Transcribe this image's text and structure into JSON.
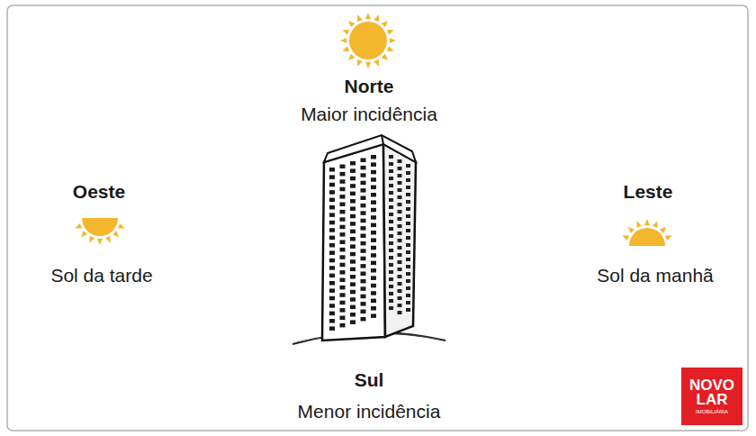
{
  "diagram": {
    "nodes": [
      {
        "text": [
          "NOVO LAR",
          "IMOBILIÁRIA"
        ]
      }
    ],
    "labels": [
      "Norte",
      "Maior incidência",
      "Oeste",
      "Sol da tarde",
      "Leste",
      "Sol da manhã",
      "Sul",
      "Menor incidência"
    ]
  }
}
